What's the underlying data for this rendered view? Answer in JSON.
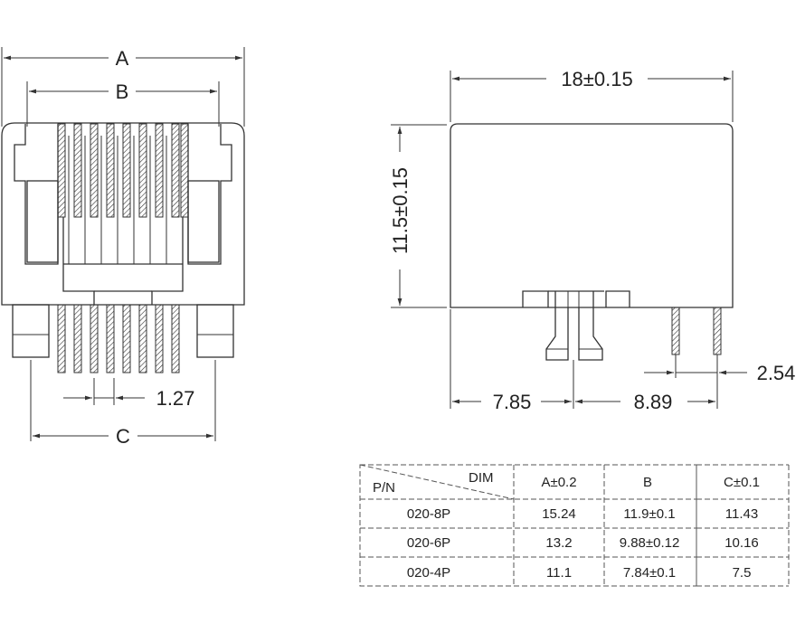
{
  "front_view": {
    "label_a": "A",
    "label_b": "B",
    "label_c": "C",
    "pin_pitch": "1.27"
  },
  "side_view": {
    "width": "18±0.15",
    "height": "11.5±0.15",
    "offset_left": "7.85",
    "offset_right": "8.89",
    "pin_spacing": "2.54"
  },
  "table": {
    "header_pn": "P/N",
    "header_dim": "DIM",
    "columns": [
      "A±0.2",
      "B",
      "C±0.1"
    ],
    "rows": [
      {
        "pn": "020-8P",
        "a": "15.24",
        "b": "11.9±0.1",
        "c": "11.43"
      },
      {
        "pn": "020-6P",
        "a": "13.2",
        "b": "9.88±0.12",
        "c": "10.16"
      },
      {
        "pn": "020-4P",
        "a": "11.1",
        "b": "7.84±0.1",
        "c": "7.5"
      }
    ]
  }
}
